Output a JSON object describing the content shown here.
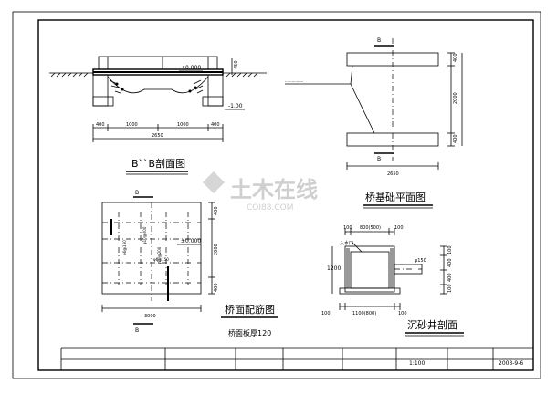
{
  "watermark": {
    "brand": "土木在线",
    "site": "COI88.COM"
  },
  "views": {
    "section_bb": {
      "title": "B``B剖面图",
      "elev_top": "±0.000",
      "elev_bottom": "-1.00",
      "side_dim": "450",
      "dims": [
        "400",
        "1000",
        "1000",
        "400"
      ],
      "total": "2650"
    },
    "foundation_plan": {
      "title": "桥基础平面图",
      "section_mark": "B",
      "dims_right": [
        "400",
        "2000",
        "400"
      ],
      "total_bottom": "2650",
      "leader_text": "················"
    },
    "deck_reinforcement": {
      "title": "桥面配筋图",
      "subtitle": "桥面板厚120",
      "section_mark": "B",
      "elev": "±0.000",
      "dims_right": [
        "400",
        "2000",
        "400"
      ],
      "total_bottom": "3000",
      "rebar_labels": [
        "φ6@150",
        "φ10@200",
        "φ10@200",
        "φ6@150"
      ]
    },
    "well_section": {
      "title": "沉砂井剖面",
      "top_dims": [
        "100",
        "800(500)",
        "100"
      ],
      "bottom_dims": [
        "100",
        "1100(800)",
        "100"
      ],
      "left_dim": "1200",
      "right_dims": [
        "100",
        "400",
        "400",
        "100"
      ],
      "pipe_label": "φ150",
      "inlet_label": "入水口"
    }
  },
  "title_block": {
    "scale": "1:100",
    "date": "2003-9-6"
  }
}
